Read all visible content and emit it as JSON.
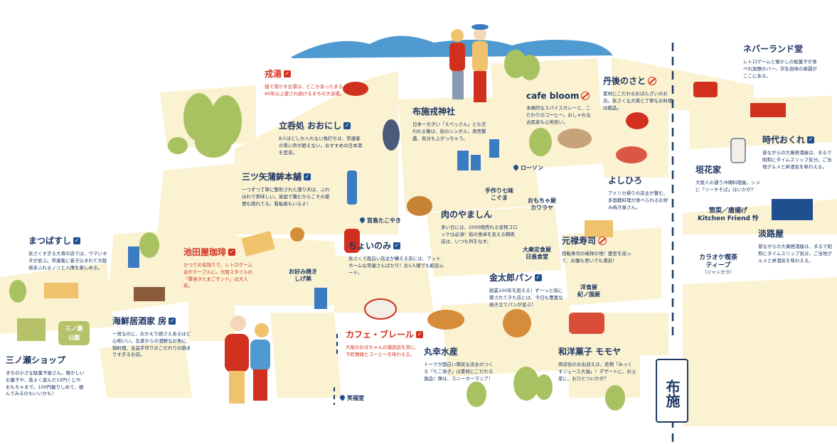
{
  "colors": {
    "road": "#fbf2d2",
    "accent_red": "#d2301f",
    "navy": "#1b3561",
    "tree": "#a8c261",
    "mountain": "#4f9ad0"
  },
  "pois": {
    "sento": {
      "title": "戎湯",
      "desc": "銭で湯かす古湯は、どこかあったまる。60年以上愛され続けるまちの大浴場。"
    },
    "oonishi": {
      "title": "立呑処 おおにし",
      "desc": "8人ほどしか入れない角打ちは、常連客の笑い声が絶えない。おすすめの日本酒を是非。"
    },
    "mitsuya": {
      "title": "三ツ矢蒲鉾本舗",
      "desc": "一つずつ丁寧に整形された蒲り天は、ふわほわで美味しい。家庭で贅むからこその愛情も隠れてる。看板娘もいるよ！"
    },
    "shrine": {
      "title": "布施戎神社",
      "desc": "日本一大きい「えべっさん」とも言われる像は、街のシンボル。商売繁盛、気分も上がっちゃう。"
    },
    "cafebloom": {
      "title": "cafe bloom",
      "desc": "本格的なスパイスカレーと、こだわりのコーヒー。おしゃれな古民家も心地良い。"
    },
    "tango": {
      "title": "丹後のさと",
      "desc": "素材にこだわるおばんざいのお店。気さくな大将と丁寧なお料理は絶品。"
    },
    "yoshihiro": {
      "title": "よしひろ",
      "desc": "アメリカ帰りの店主が贅む、多国籍料理が食べられるお好み焼き屋さん。"
    },
    "neverland": {
      "title": "ネバーランド堂",
      "desc": "レトロゲームと懐かしの駄菓子が食べれ放題のバー。学生自体の楽園がここにある。"
    },
    "jidai": {
      "title": "時代おくれ",
      "desc": "昔ながらの大衆居酒屋は、まるで昭和にタイムスリップ気分。ご当地グルメと昇酒気を味わえる。"
    },
    "kakihana": {
      "title": "垣花家",
      "desc": "大阪人の通う沖縄料理屋。シメに「ソーキそば」はいかが？"
    },
    "kitchen": {
      "title": "惣菜／唐揚げ\nKitchen Friend 怜"
    },
    "awajiya": {
      "title": "淡路屋",
      "desc": "昔ながらの大衆居酒屋は、まるで昭和にタイムスリップ気分。ご当地グルメと昇酒気を味わえる。"
    },
    "karaoke": {
      "title": "カラオケ喫茶\nティープ",
      "sub": "（ジャンカラ）"
    },
    "matsubazushi": {
      "title": "まつばすし",
      "desc": "気さくすぎる大将の店では、ウマいネタが並ぶ。常連客に巻き込まれて大阪感あふれるノリと人情を楽しめる。"
    },
    "ikedaya": {
      "title": "池田屋珈琲",
      "desc": "かつての名残りで、レトロゲーム台がテーブルに。大阪スタイルの「厚焼きたまごサンド」は大人気。"
    },
    "chotto": {
      "title": "ちょいのみ",
      "desc": "気さくで面白い店主が構える店には、アットホームな常連さんばかり！お1人様でも歓迎ムード。"
    },
    "nikunoyama": {
      "title": "肉のやましん",
      "desc": "多い日には、2000個売れる名物コロッケは必須！街の食卓を支える精肉店は、いつも列をなす。"
    },
    "kintaro": {
      "title": "金太郎パン",
      "desc": "創業100年を超える！ずーっと街に愛されてきた店には、今日も豊富な焼き立てパンが並ぶ！"
    },
    "genroku": {
      "title": "元禄寿司",
      "desc": "回転寿司の発祥の地！歴史を巡って、お腹も思いでも満足！"
    },
    "kaisen": {
      "title": "海鮮居酒家 房",
      "desc": "一見なのに、おかえり感さえあるほど心地いい。生姜からの酒鮮なお魚に、鍋料理、全品手作りのこだわりの鍋まりすぎるお店。"
    },
    "mannoshop": {
      "title": "三ノ瀬ショップ",
      "desc": "まちの小さな駄菓子屋さん。懐かしいお菓子や、昔よく遊んだ10円くじやおもちゃまで。100円握りしめて、覗んでみるのもいいかも！"
    },
    "blair": {
      "title": "カフェ・ブレール",
      "desc": "大阪のおばちゃんの雑談話を耳に、下町情緒とコーヒーを味わえる。"
    },
    "marukou": {
      "title": "丸幸水産",
      "desc": "トークが面白い陽気な店主のつくる「たこ焼き」は素材にこだわる逸品！弾は、スニーカーマニア！"
    },
    "momoya": {
      "title": "和洋菓子 モモヤ",
      "desc": "商店街のお出迎えは、名物「みっくすジュース大福」！デザートに、お土産に、おひとついかが？"
    }
  },
  "labels": {
    "lawson": "ローソン",
    "koguma": "手作り七味\nこぐま",
    "kawaya": "おもちゃ屋\nカワラヤ",
    "takoyaki": "宮島たこやき",
    "okonomi": "お好み焼き\nしげ美",
    "nichigo": "大衆定食屋\n日進食堂",
    "kinokuni": "洋食屋\n紀ノ国屋",
    "shofukudo": "笑福堂",
    "park": "三ノ瀬\n公園",
    "fuse": "布施"
  },
  "icons": {
    "check": "✓",
    "no_smoking": "no-smoking-icon"
  }
}
